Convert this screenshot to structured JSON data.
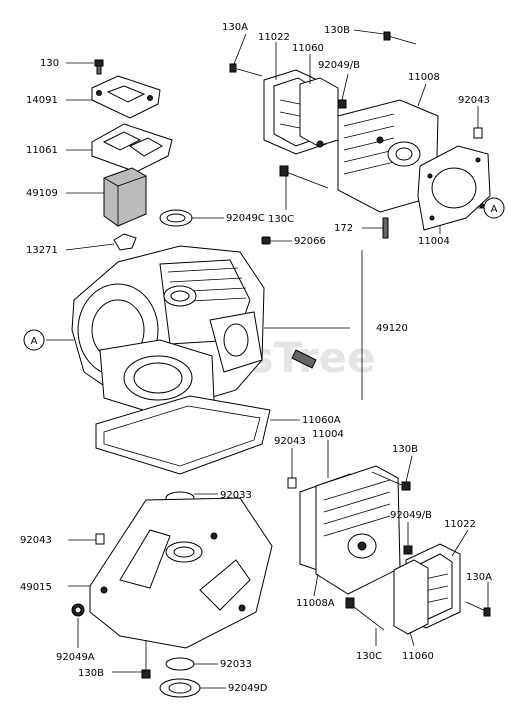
{
  "watermark": "PartsTree",
  "callouts": {
    "a": "A"
  },
  "labels": {
    "l_130": "130",
    "l_14091": "14091",
    "l_11061": "11061",
    "l_49109": "49109",
    "l_13271": "13271",
    "l_130A_top": "130A",
    "l_11022_top": "11022",
    "l_11060_top": "11060",
    "l_130B_top": "130B",
    "l_92049B_top": "92049/B",
    "l_11008": "11008",
    "l_92043_right": "92043",
    "l_130C_top": "130C",
    "l_172": "172",
    "l_11004_top": "11004",
    "l_92049C": "92049C",
    "l_92066": "92066",
    "l_49120": "49120",
    "l_11060A": "11060A",
    "l_92043_mid": "92043",
    "l_11004_low": "11004",
    "l_130B_low": "130B",
    "l_92033_top": "92033",
    "l_92043_left": "92043",
    "l_49015": "49015",
    "l_92049A": "92049A",
    "l_130B_bottom": "130B",
    "l_92033_bottom": "92033",
    "l_92049D": "92049D",
    "l_92049B_low": "92049/B",
    "l_11022_low": "11022",
    "l_11008A": "11008A",
    "l_130A_low": "130A",
    "l_130C_low": "130C",
    "l_11060_low": "11060"
  }
}
